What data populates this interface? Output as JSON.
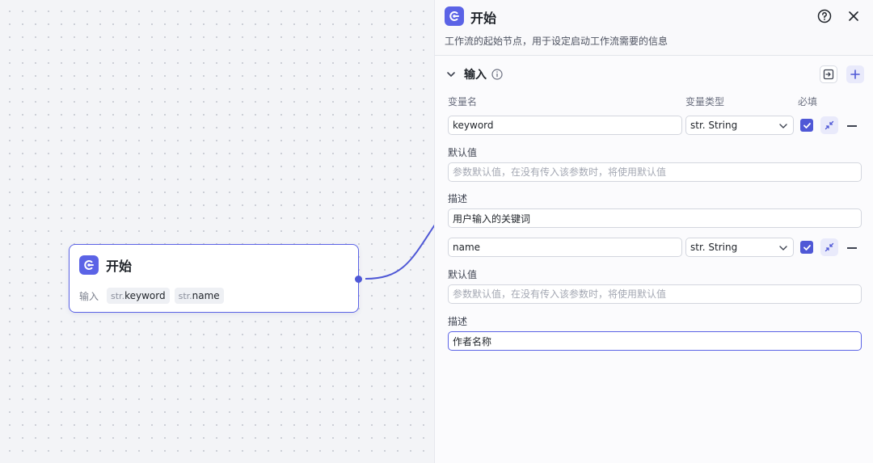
{
  "node": {
    "title": "开始",
    "input_label": "输入",
    "params": [
      {
        "type": "str.",
        "name": "keyword"
      },
      {
        "type": "str.",
        "name": "name"
      }
    ]
  },
  "panel": {
    "title": "开始",
    "description": "工作流的起始节点，用于设定启动工作流需要的信息",
    "section_title": "输入",
    "columns": {
      "name": "变量名",
      "type": "变量类型",
      "required": "必填"
    },
    "variables": [
      {
        "name": "keyword",
        "type": "str. String",
        "required": true,
        "default_label": "默认值",
        "default_value": "",
        "default_placeholder": "参数默认值，在没有传入该参数时，将使用默认值",
        "desc_label": "描述",
        "desc_value": "用户输入的关键词"
      },
      {
        "name": "name",
        "type": "str. String",
        "required": true,
        "default_label": "默认值",
        "default_value": "",
        "default_placeholder": "参数默认值，在没有传入该参数时，将使用默认值",
        "desc_label": "描述",
        "desc_value": "作者名称"
      }
    ]
  },
  "colors": {
    "accent": "#5b63e6",
    "edge": "#4f58d6"
  },
  "icons": [
    "start-node-icon",
    "help-icon",
    "close-icon",
    "chevron-down-icon",
    "info-icon",
    "import-icon",
    "plus-icon",
    "checkbox-checked-icon",
    "collapse-icon",
    "minus-icon"
  ]
}
